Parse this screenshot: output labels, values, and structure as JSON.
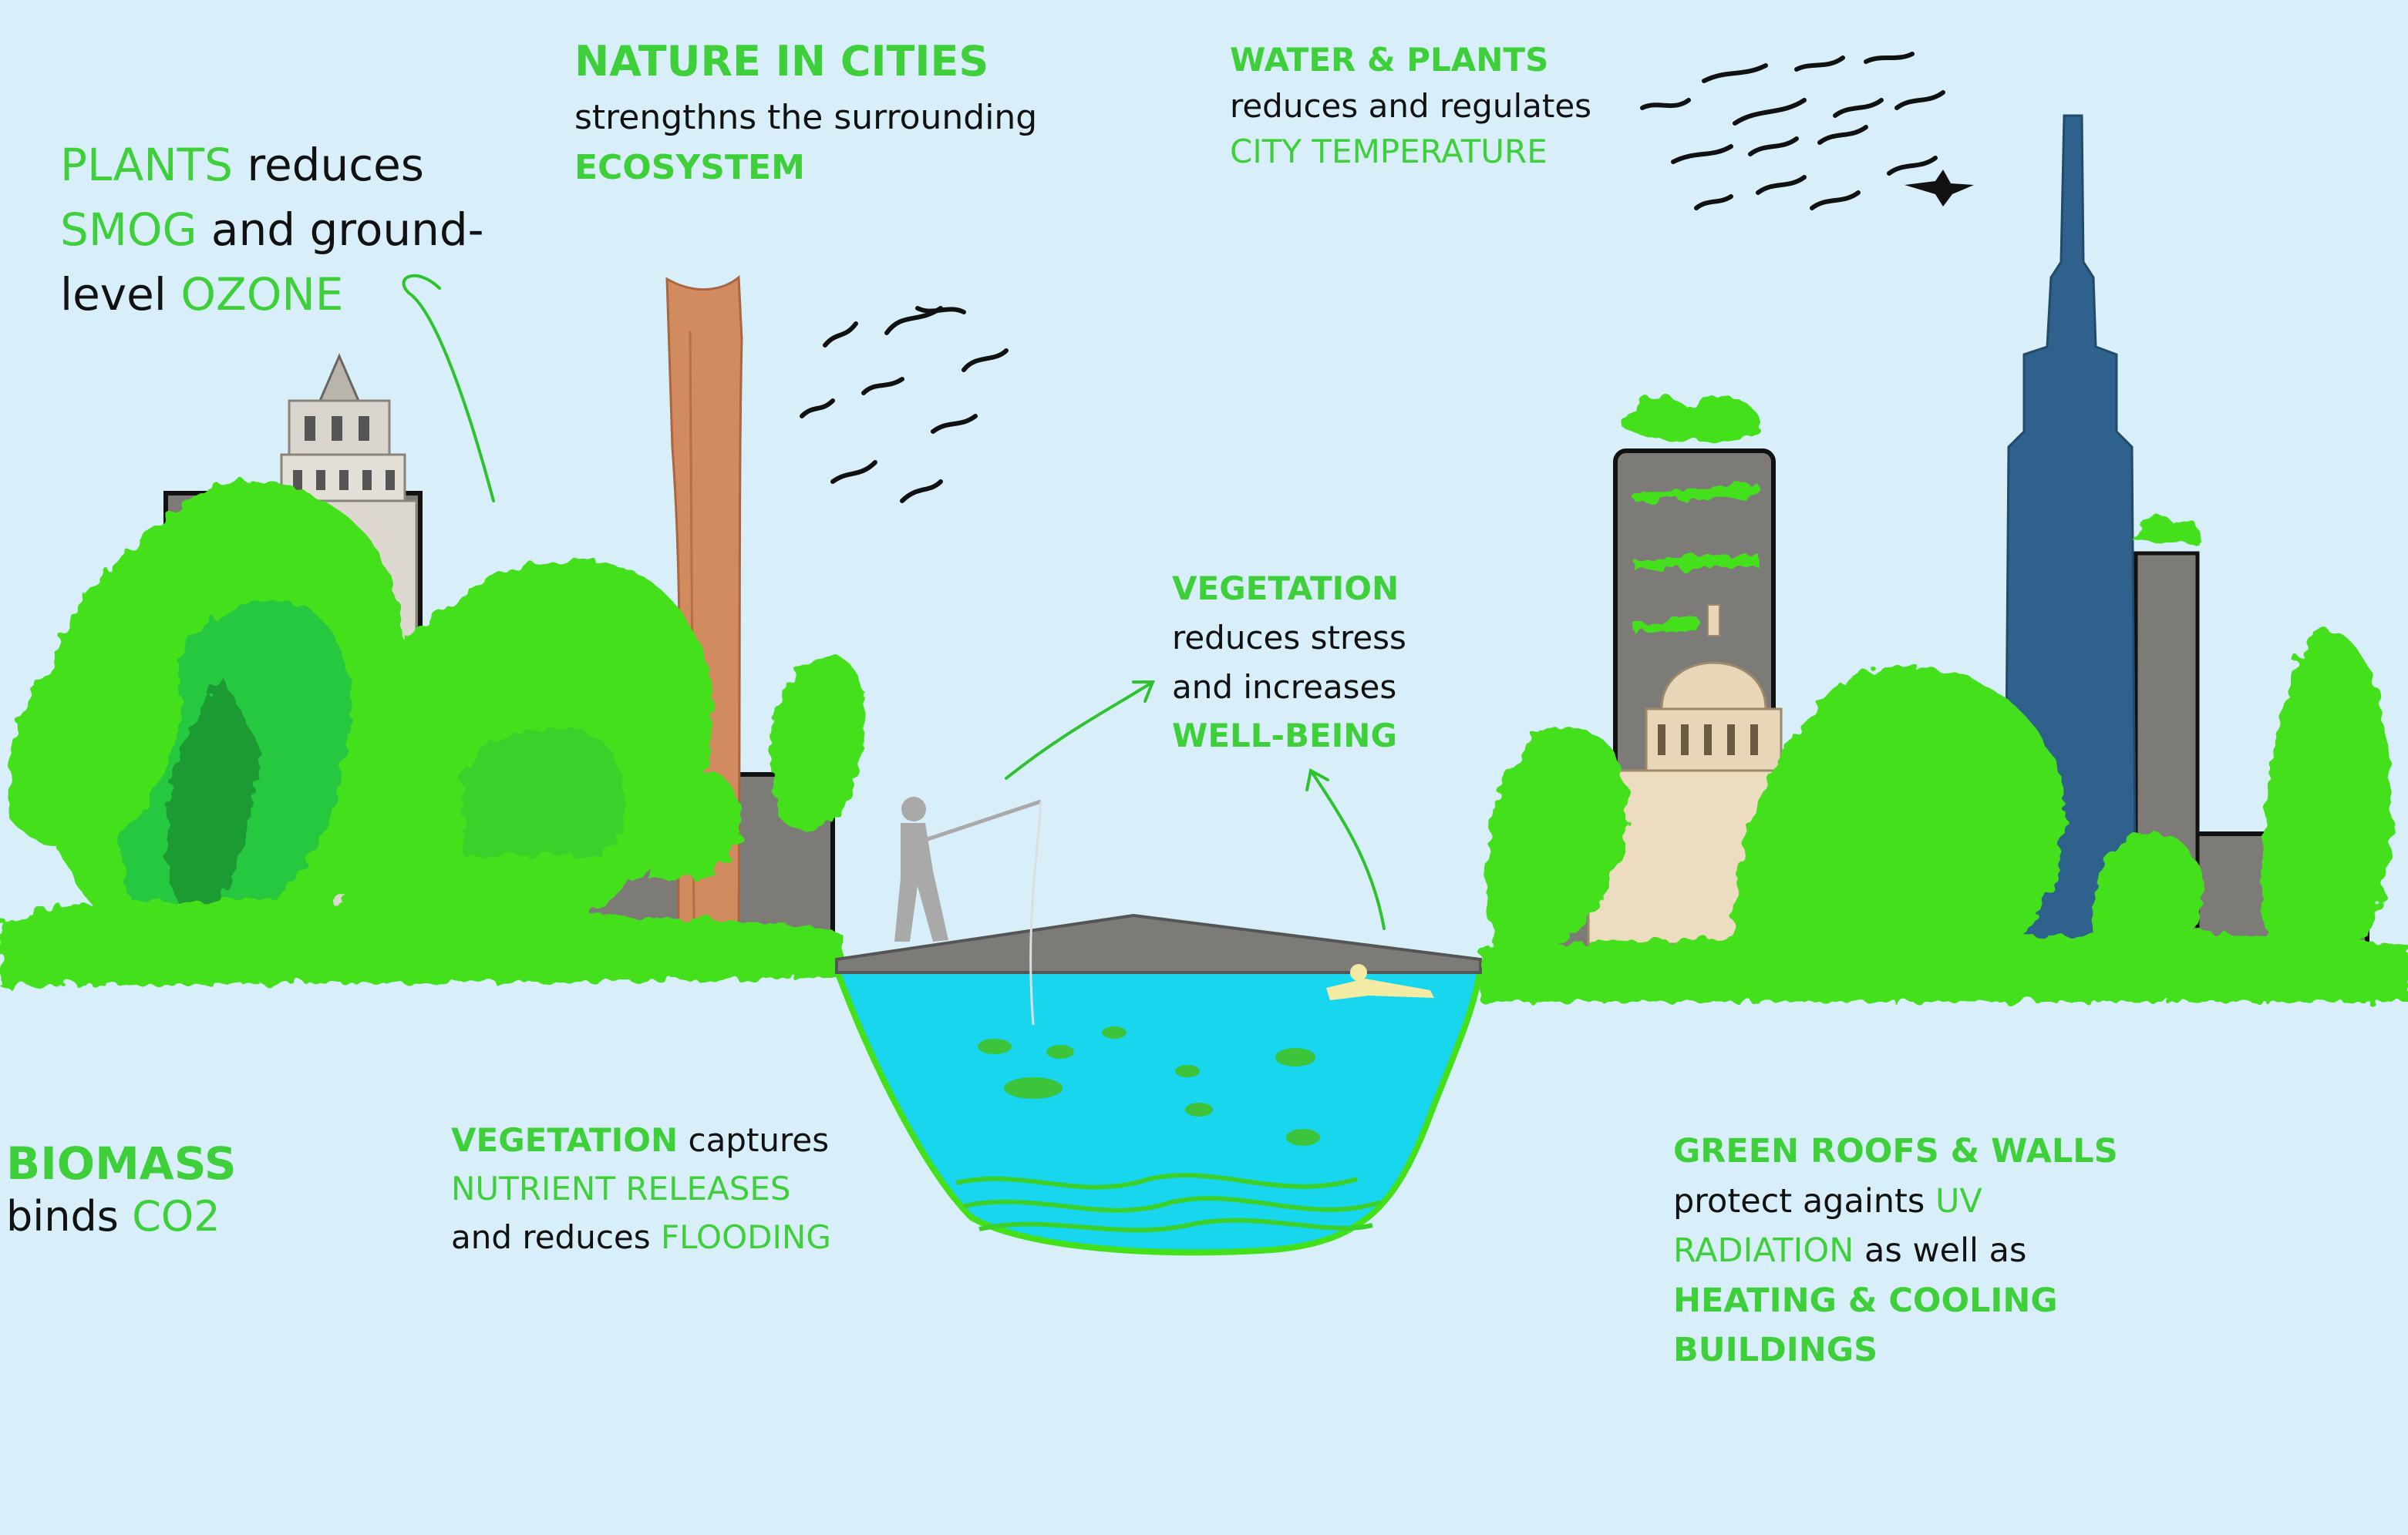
{
  "colors": {
    "sky": "#d8effa",
    "green": "#3fcf3a",
    "scribble": "#44e01c",
    "water": "#17d6ee",
    "building": "#7d7b78",
    "terracotta": "#d28b5e",
    "skyscraper": "#2e618b",
    "capitol": "#e8d6b8",
    "text": "#111111"
  },
  "labels": {
    "plants": {
      "w1": "PLANTS",
      "w2": " reduces",
      "w3": "SMOG",
      "w4": " and ground-",
      "w5": "level ",
      "w6": "OZONE"
    },
    "nature": {
      "l1": "NATURE IN CITIES",
      "l2": "strengthns the surrounding",
      "l3": "ECOSYSTEM"
    },
    "water": {
      "l1": "WATER & PLANTS",
      "l2": "reduces and regulates",
      "l3": "CITY TEMPERATURE"
    },
    "vegetation_stress": {
      "l1": "VEGETATION",
      "l2": "reduces stress",
      "l3": "and increases",
      "l4": "WELL-BEING"
    },
    "biomass": {
      "l1": "BIOMASS",
      "l2a": "binds ",
      "l2b": "CO2"
    },
    "vegetation_capture": {
      "l1a": "VEGETATION",
      "l1b": " captures",
      "l2": "NUTRIENT RELEASES",
      "l3a": "and reduces ",
      "l3b": "FLOODING"
    },
    "green_roofs": {
      "l1": "GREEN ROOFS & WALLS",
      "l2a": "protect againts ",
      "l2b": "UV",
      "l3a": "RADIATION",
      "l3b": "  as well as",
      "l4": "HEATING & COOLING",
      "l5": "BUILDINGS"
    }
  },
  "icons": [
    "bird-icon",
    "airplane-icon",
    "fisherman-icon",
    "swimmer-icon",
    "fish-icon",
    "arrow-icon"
  ]
}
